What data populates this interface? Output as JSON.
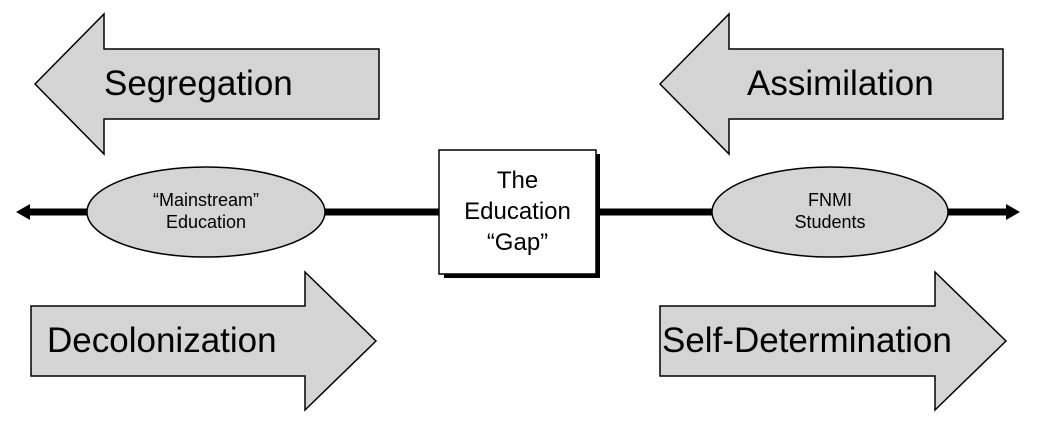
{
  "arrows": {
    "segregation": "Segregation",
    "assimilation": "Assimilation",
    "decolonization": "Decolonization",
    "self_determination": "Self-Determination"
  },
  "ellipses": {
    "mainstream_line1": "“Mainstream”",
    "mainstream_line2": "Education",
    "fnmi_line1": "FNMI",
    "fnmi_line2": "Students"
  },
  "center_box": {
    "line1": "The",
    "line2": "Education",
    "line3": "“Gap”"
  },
  "colors": {
    "shape_fill": "#d4d4d4",
    "stroke": "#000000"
  }
}
